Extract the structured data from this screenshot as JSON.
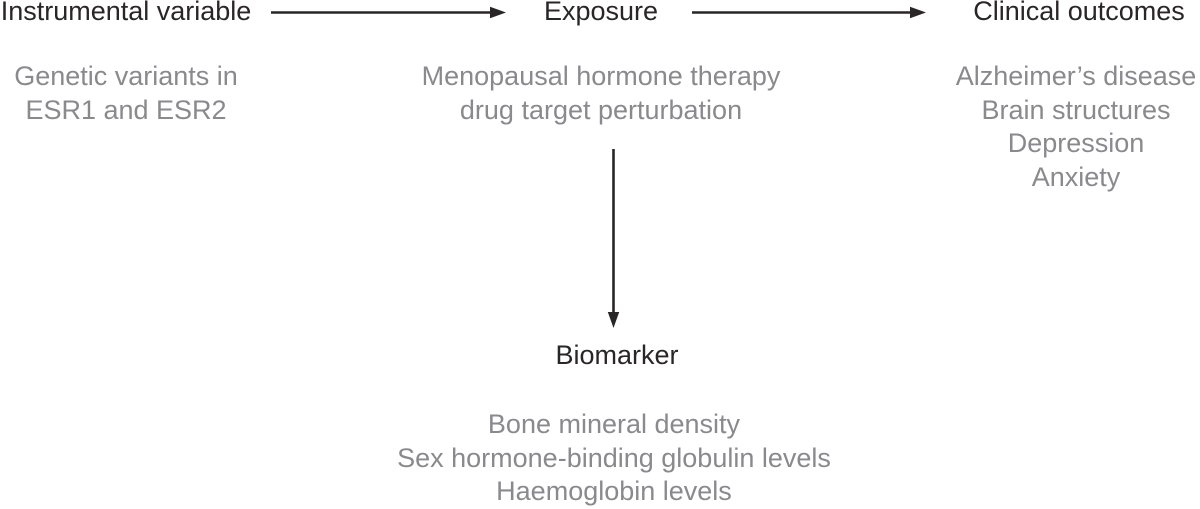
{
  "figure": {
    "colors": {
      "background": "#ffffff",
      "heading_text": "#2a2628",
      "sub_text": "#8a8a8e",
      "arrow": "#2a2628"
    },
    "nodes": {
      "instrumental_variable": {
        "title": "Instrumental variable",
        "lines": [
          "Genetic variants in",
          "ESR1 and ESR2"
        ]
      },
      "exposure": {
        "title": "Exposure",
        "lines": [
          "Menopausal hormone therapy",
          "drug target perturbation"
        ]
      },
      "clinical_outcomes": {
        "title": "Clinical outcomes",
        "lines": [
          "Alzheimer’s disease",
          "Brain structures",
          "Depression",
          "Anxiety"
        ]
      },
      "biomarker": {
        "title": "Biomarker",
        "lines": [
          "Bone mineral density",
          "Sex hormone-binding globulin levels",
          "Haemoglobin levels"
        ]
      }
    },
    "arrows": [
      {
        "name": "iv-to-exposure",
        "direction": "right"
      },
      {
        "name": "exposure-to-outcomes",
        "direction": "right"
      },
      {
        "name": "exposure-to-biomarker",
        "direction": "down"
      }
    ]
  }
}
